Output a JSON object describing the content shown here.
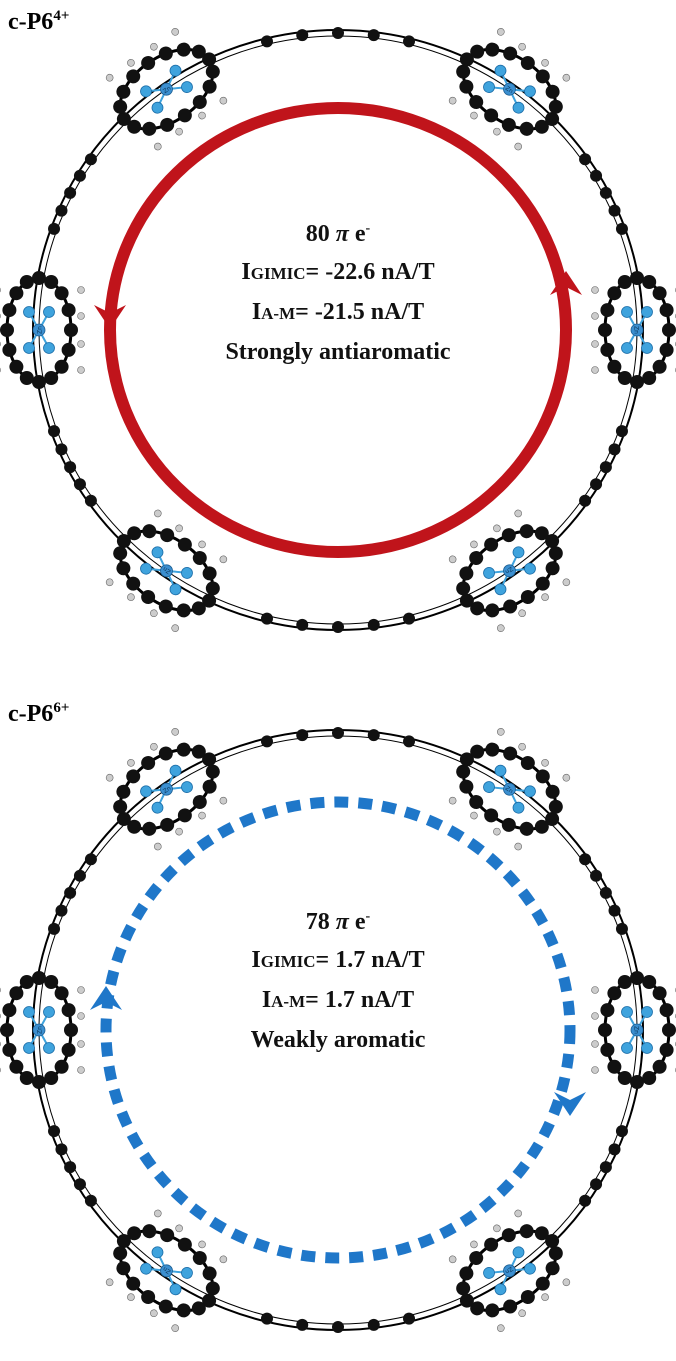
{
  "panels": [
    {
      "id": "top",
      "species": {
        "base": "c-P6",
        "charge": "4+"
      },
      "electrons": {
        "count": "80",
        "symbol": "π",
        "unit": "e",
        "unit_sup": "-"
      },
      "gimic": {
        "sym": "I",
        "sub": "GIMIC",
        "text": "= -22.6 nA/T"
      },
      "am": {
        "sym": "I",
        "sub": "A-M",
        "text": "= -21.5 nA/T"
      },
      "verdict": "Strongly antiaromatic",
      "current_style": "solid",
      "current_color": "#c0141b",
      "current_direction": "counterclockwise"
    },
    {
      "id": "bottom",
      "species": {
        "base": "c-P6",
        "charge": "6+"
      },
      "electrons": {
        "count": "78",
        "symbol": "π",
        "unit": "e",
        "unit_sup": "-"
      },
      "gimic": {
        "sym": "I",
        "sub": "GIMIC",
        "text": "= 1.7 nA/T"
      },
      "am": {
        "sym": "I",
        "sub": "A-M",
        "text": "= 1.7 nA/T"
      },
      "verdict": "Weakly aromatic",
      "current_style": "dashed",
      "current_color": "#1f77c9",
      "current_direction": "clockwise"
    }
  ],
  "atom_labels": {
    "metal": "Zn",
    "hydrogen": "H"
  },
  "colors": {
    "carbon": "#111111",
    "nitrogen": "#3fa3dd",
    "metal": "#3b8fd0",
    "hydrogen": "#cccccc"
  }
}
